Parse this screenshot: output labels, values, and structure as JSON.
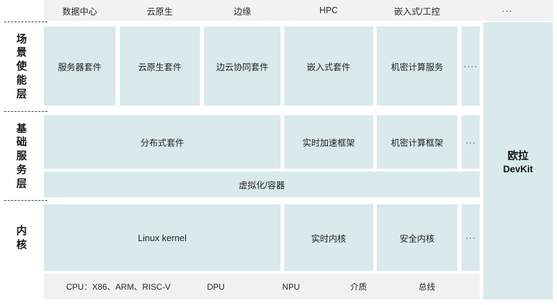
{
  "diagram": {
    "title_hidden": "",
    "colors": {
      "box_fill": "#d9e9ec",
      "header_fill": "#f2f2f2",
      "hardware_fill": "#f1f1f1",
      "text": "#1f1f1f",
      "divider": "#3a3a3a"
    },
    "columns": [
      {
        "label": "数据中心"
      },
      {
        "label": "云原生"
      },
      {
        "label": "边缘"
      },
      {
        "label": "HPC"
      },
      {
        "label": "嵌入式/工控"
      },
      {
        "label": "···"
      }
    ],
    "rows": [
      {
        "id": "scenario-enablement",
        "label_chars": [
          "场",
          "景",
          "使",
          "能",
          "层"
        ],
        "label_text": "场景使能层",
        "boxes": [
          {
            "label": "服务器套件"
          },
          {
            "label": "云原生套件"
          },
          {
            "label": "边云协同套件"
          },
          {
            "label": "嵌入式套件"
          },
          {
            "label": "机密计算服务"
          },
          {
            "label": "····"
          }
        ]
      },
      {
        "id": "basic-services",
        "label_chars": [
          "基",
          "础",
          "服",
          "务",
          "层"
        ],
        "label_text": "基础服务层",
        "boxes": [
          {
            "label": "分布式套件"
          },
          {
            "label": "实时加速框架"
          },
          {
            "label": "机密计算框架"
          },
          {
            "label": "···"
          }
        ],
        "full_width_box": {
          "label": "虚拟化/容器"
        }
      },
      {
        "id": "kernel",
        "label_chars": [
          "内",
          "核"
        ],
        "label_text": "内核",
        "boxes": [
          {
            "label": "Linux kernel"
          },
          {
            "label": "实时内核"
          },
          {
            "label": "安全内核"
          },
          {
            "label": "···"
          }
        ]
      }
    ],
    "hardware": [
      {
        "label": "CPU：X86、ARM、RISC-V"
      },
      {
        "label": "DPU"
      },
      {
        "label": "NPU"
      },
      {
        "label": "介质"
      },
      {
        "label": "总线"
      }
    ],
    "devkit": {
      "name_cn": "欧拉",
      "name_en": "DevKit"
    }
  }
}
